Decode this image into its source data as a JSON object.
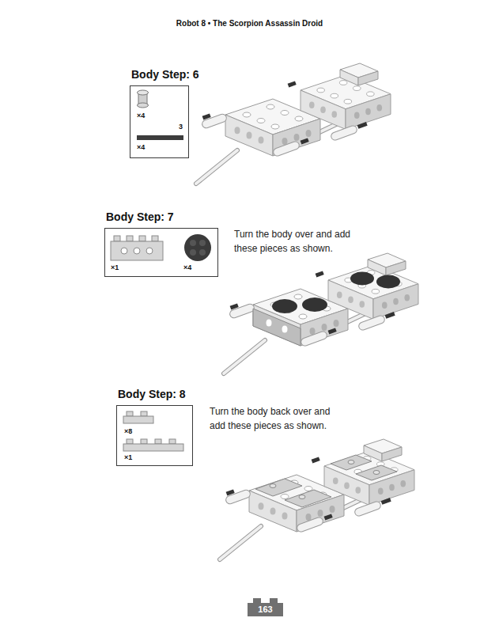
{
  "diagram": {
    "title": "Robot 8 • The Scorpion Assassin Droid",
    "nodes": [
      {
        "text": [
          "Body Step: 6",
          "×4",
          "3",
          "×4"
        ]
      },
      {
        "text": [
          "Body Step: 7",
          "×1",
          "×4"
        ]
      },
      {
        "text": [
          "Body Step: 8",
          "×8",
          "×1"
        ]
      },
      {
        "text": [
          "163"
        ]
      }
    ],
    "labels": [
      "Turn the body over and add these pieces as shown.",
      "Turn the body back over and add these pieces as shown."
    ]
  }
}
